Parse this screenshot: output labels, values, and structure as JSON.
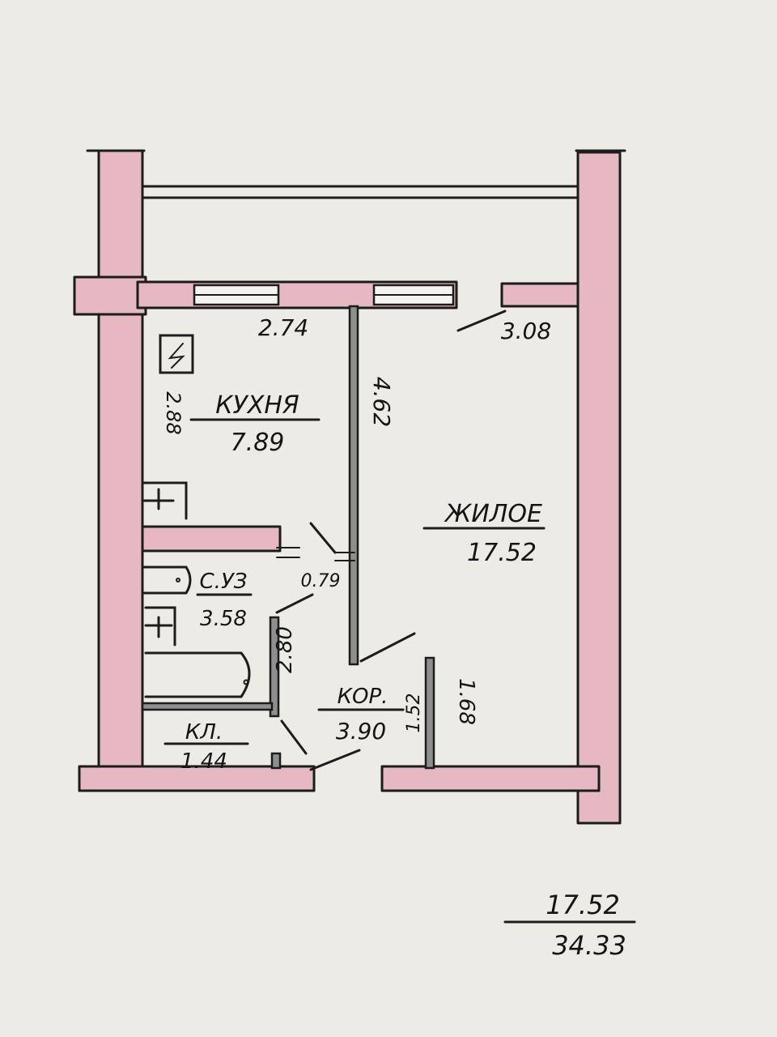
{
  "diagram": {
    "rooms": [
      {
        "id": "kitchen",
        "name": "КУХНЯ",
        "area": "7.89"
      },
      {
        "id": "living",
        "name": "ЖИЛОЕ",
        "area": "17.52"
      },
      {
        "id": "bathroom",
        "name": "С.УЗ",
        "area": "3.58"
      },
      {
        "id": "closet",
        "name": "КЛ.",
        "area": "1.44"
      },
      {
        "id": "corridor",
        "name": "КОР.",
        "area": "3.90"
      }
    ],
    "dimensions": {
      "kitchen_width": "2.74",
      "kitchen_length": "2.88",
      "partition_length": "4.62",
      "living_width": "3.08",
      "bath_door": "0.79",
      "corridor_wall": "2.80",
      "corridor_a": "1.52",
      "corridor_b": "1.68"
    },
    "summary": {
      "living_area": "17.52",
      "total_area": "34.33"
    }
  }
}
